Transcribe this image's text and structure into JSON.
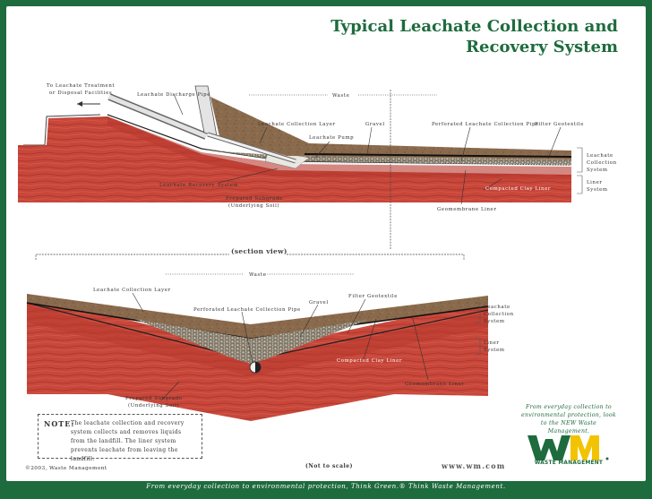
{
  "title_line1": "Typical Leachate Collection and",
  "title_line2": "Recovery System",
  "top": {
    "to_treatment_1": "To Leachate Treatment",
    "to_treatment_2": "or Disposal Facilities",
    "discharge_pipe": "Leachate Discharge Pipe",
    "waste": "Waste",
    "collection_layer": "Leachate Collection Layer",
    "gravel": "Gravel",
    "perforated_pipe": "Perforated Leachate Collection Pipe",
    "filter_geotextile": "Filter Geotextile",
    "pump": "Leachate Pump",
    "leachate_collection_1": "Leachate",
    "leachate_collection_2": "Collection",
    "leachate_collection_3": "System",
    "liner_1": "Liner",
    "liner_2": "System",
    "recovery_system": "Leachate Recovery System",
    "compacted_clay": "Compacted Clay Liner",
    "subgrade_1": "Prepared Subgrade",
    "subgrade_2": "(Underlying Soil)",
    "geomembrane": "Geomembrane Liner"
  },
  "section_view": "(section view)",
  "bottom": {
    "waste": "Waste",
    "collection_layer": "Leachate Collection Layer",
    "filter_geotextile": "Filter Geotextile",
    "gravel": "Gravel",
    "perforated_pipe": "Perforated Leachate Collection Pipe",
    "leachate_collection_1": "Leachate",
    "leachate_collection_2": "Collection",
    "leachate_collection_3": "System",
    "liner_1": "Liner",
    "liner_2": "System",
    "compacted_clay": "Compacted Clay Liner",
    "geomembrane": "Geomembrane Liner",
    "subgrade_1": "Prepared Subgrade",
    "subgrade_2": "(Underlying Soil)"
  },
  "note": {
    "label": "NOTE:",
    "text": "The leachate collection and recovery system collects and removes liquids from the landfill. The liner system prevents leachate from leaving the landfill."
  },
  "copyright": "©2003, Waste Management",
  "not_to_scale": "(Not to scale)",
  "website": "www.wm.com",
  "tagline": "From everyday collection to environmental protection, look to the NEW Waste Management.",
  "logo_text": "WASTE MANAGEMENT",
  "footer": "From everyday collection to environmental protection, Think Green.® Think Waste Management.",
  "colors": {
    "brand_green": "#1e6b3d",
    "logo_yellow": "#f2c300",
    "clay": "#c8473a",
    "soil": "#8a6a4c"
  }
}
